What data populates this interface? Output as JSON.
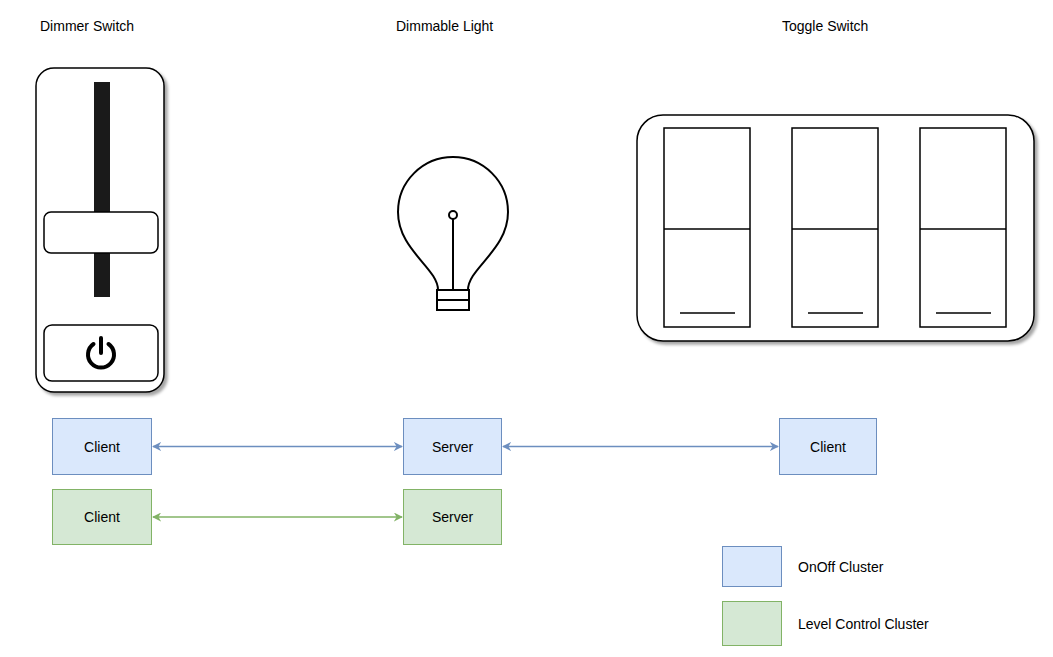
{
  "diagram": {
    "nodes": [
      {
        "text": [
          "Client"
        ]
      },
      {
        "text": [
          "Server"
        ]
      },
      {
        "text": [
          "Client"
        ]
      },
      {
        "text": [
          "Client"
        ]
      },
      {
        "text": [
          "Server"
        ]
      }
    ],
    "edges": [
      {
        "from": 0,
        "to": 1,
        "arrow": "both"
      },
      {
        "from": 1,
        "to": 2,
        "arrow": "both"
      },
      {
        "from": 3,
        "to": 4,
        "arrow": "both"
      }
    ],
    "labels": [
      "Dimmer Switch",
      "Dimmable Light",
      "Toggle Switch"
    ],
    "legend": [
      {
        "text": "OnOff Cluster",
        "color": "#dae8fc"
      },
      {
        "text": "Level Control Cluster",
        "color": "#d5e8d4"
      }
    ]
  }
}
